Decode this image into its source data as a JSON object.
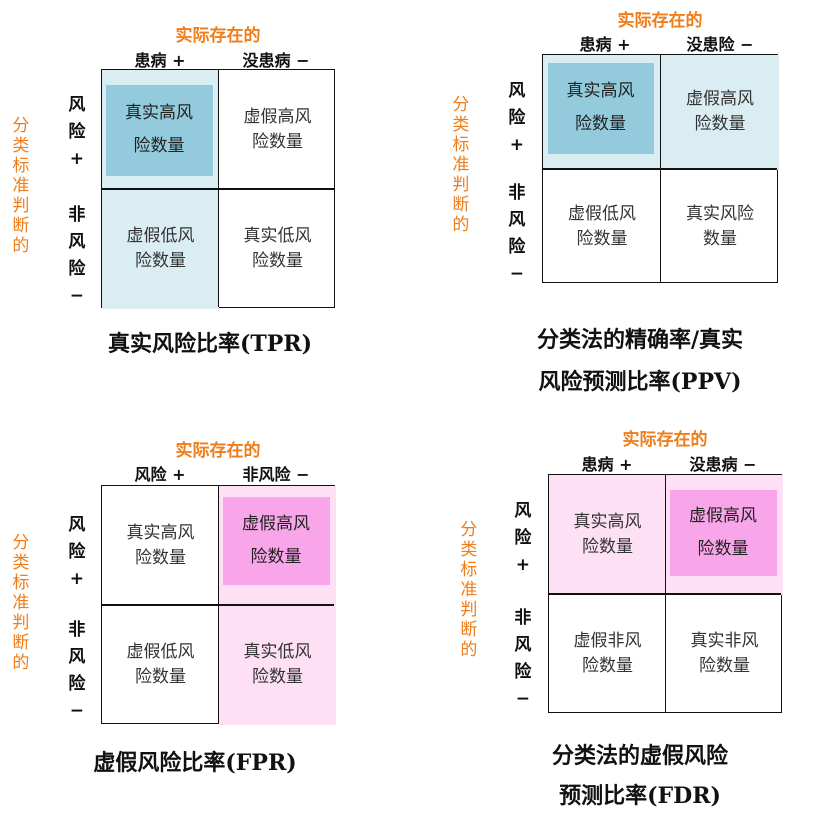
{
  "colors": {
    "blue_light": "#daedf3",
    "blue_dark": "#93cbdc",
    "pink_light": "#fde0f4",
    "pink_dark": "#f8a6e9",
    "orange": "#ef7d1a"
  },
  "panels": [
    {
      "top_label": "实际存在的",
      "col_headers": [
        "患病 +",
        "没患病 −"
      ],
      "row_labels": [
        "风险+",
        "非风险−"
      ],
      "side_label": "分类标准判断的",
      "cells": [
        [
          "真实高风",
          "险数量"
        ],
        [
          "虚假高风",
          "险数量"
        ],
        [
          "虚假低风",
          "险数量"
        ],
        [
          "真实低风",
          "险数量"
        ]
      ],
      "title": [
        "真实风险比率(TPR)"
      ]
    },
    {
      "top_label": "实际存在的",
      "col_headers": [
        "患病 +",
        "没患险 −"
      ],
      "row_labels": [
        "风险+",
        "非风险−"
      ],
      "side_label": "分类标准判断的",
      "cells": [
        [
          "真实高风",
          "险数量"
        ],
        [
          "虚假高风",
          "险数量"
        ],
        [
          "虚假低风",
          "险数量"
        ],
        [
          "真实风险",
          "数量"
        ]
      ],
      "title": [
        "分类法的精确率/真实",
        "风险预测比率(PPV)"
      ]
    },
    {
      "top_label": "实际存在的",
      "col_headers": [
        "风险 +",
        "非风险 −"
      ],
      "row_labels": [
        "风险+",
        "非风险−"
      ],
      "side_label": "分类标准判断的",
      "cells": [
        [
          "真实高风",
          "险数量"
        ],
        [
          "虚假高风",
          "险数量"
        ],
        [
          "虚假低风",
          "险数量"
        ],
        [
          "真实低风",
          "险数量"
        ]
      ],
      "title": [
        "虚假风险比率(FPR)"
      ]
    },
    {
      "top_label": "实际存在的",
      "col_headers": [
        "患病 +",
        "没患病 −"
      ],
      "row_labels": [
        "风险+",
        "非风险−"
      ],
      "side_label": "分类标准判断的",
      "cells": [
        [
          "真实高风",
          "险数量"
        ],
        [
          "虚假高风",
          "险数量"
        ],
        [
          "虚假非风",
          "险数量"
        ],
        [
          "真实非风",
          "险数量"
        ]
      ],
      "title": [
        "分类法的虚假风险",
        "预测比率(FDR)"
      ]
    }
  ]
}
